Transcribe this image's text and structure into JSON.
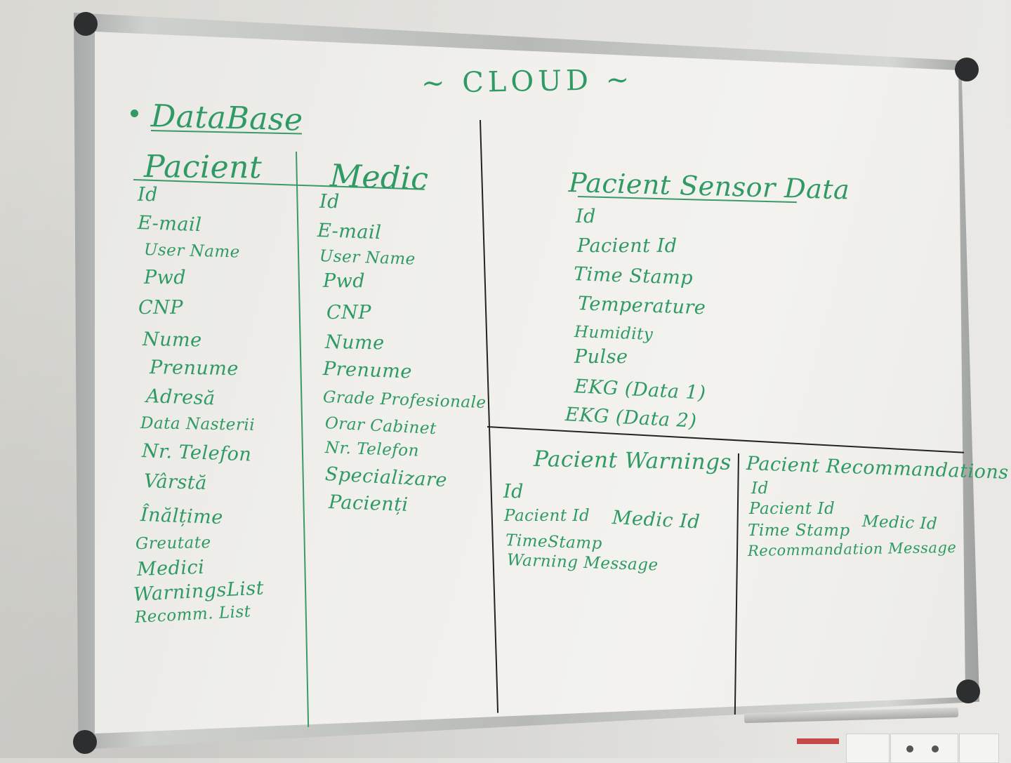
{
  "board": {
    "title": "~ CLOUD ~",
    "database_label": "DataBase",
    "tables": {
      "pacient": {
        "title": "Pacient",
        "fields": [
          "Id",
          "E-mail",
          "User Name",
          "Pwd",
          "CNP",
          "Nume",
          "Prenume",
          "Adresă",
          "Data Nasterii",
          "Nr. Telefon",
          "Vârstă",
          "Înălțime",
          "Greutate",
          "Medici",
          "WarningsList",
          "Recomm. List"
        ]
      },
      "medic": {
        "title": "Medic",
        "fields": [
          "Id",
          "E-mail",
          "User Name",
          "Pwd",
          "CNP",
          "Nume",
          "Prenume",
          "Grade Profesionale",
          "Orar Cabinet",
          "Nr. Telefon",
          "Specializare",
          "Pacienți"
        ]
      },
      "sensor": {
        "title": "Pacient Sensor Data",
        "fields": [
          "Id",
          "Pacient Id",
          "Time Stamp",
          "Temperature",
          "Humidity",
          "Pulse",
          "EKG (Data 1)",
          "EKG (Data 2)"
        ]
      },
      "warnings": {
        "title": "Pacient Warnings",
        "fields": [
          "Id",
          "Pacient Id",
          "Medic Id",
          "TimeStamp",
          "Warning Message"
        ]
      },
      "recommendations": {
        "title": "Pacient Recommandations",
        "fields": [
          "Id",
          "Pacient Id",
          "Medic Id",
          "Time Stamp",
          "Recommandation Message"
        ]
      }
    }
  },
  "colors": {
    "marker_green": "#2f9a64",
    "marker_black": "#232323"
  }
}
